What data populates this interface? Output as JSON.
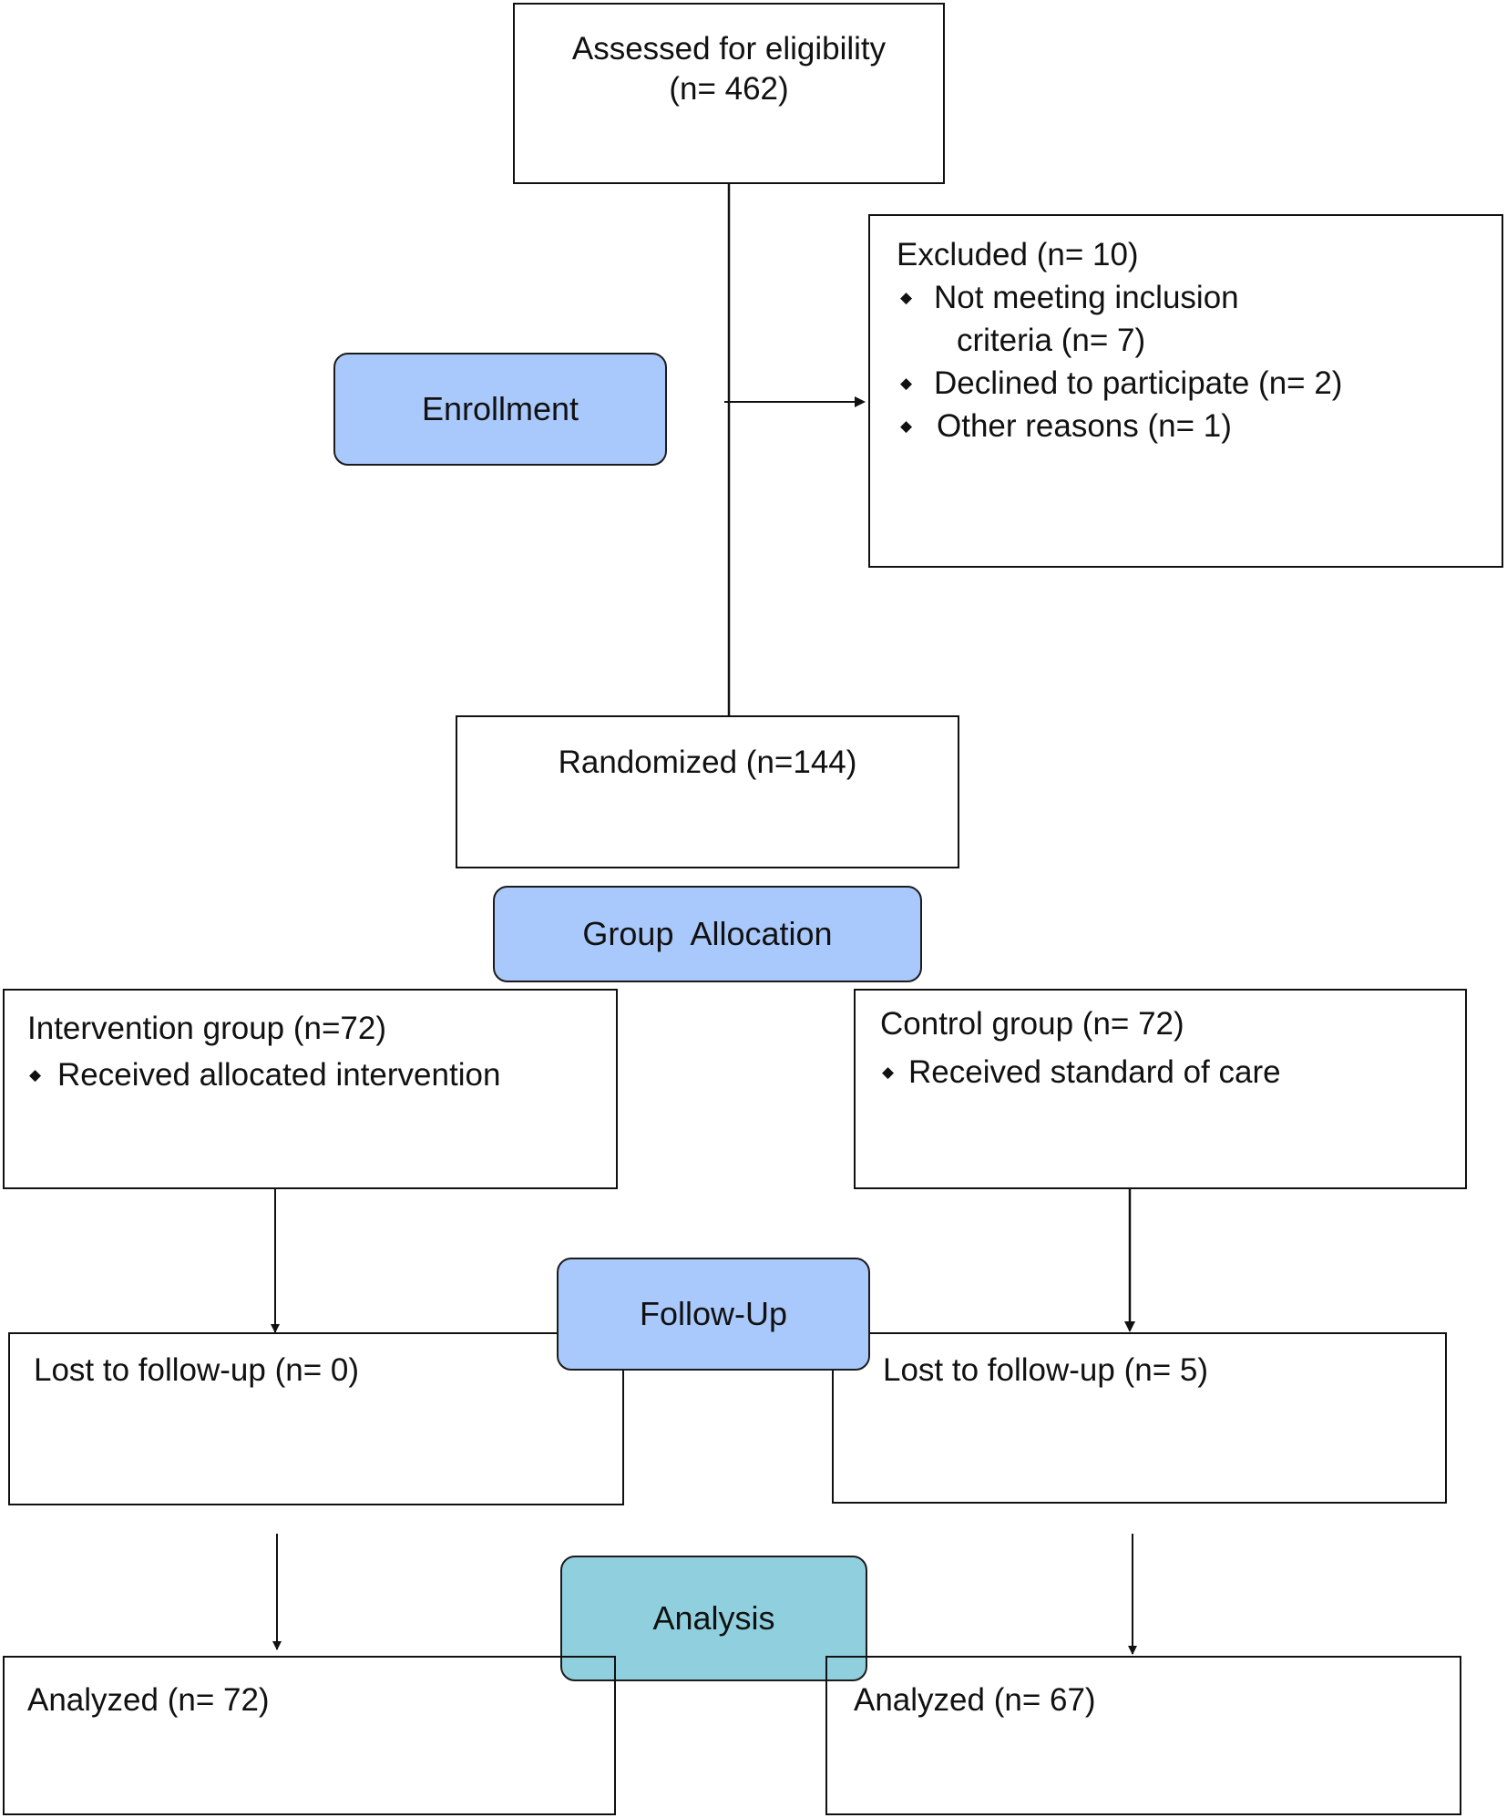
{
  "assessed": {
    "line1": "Assessed for eligibility",
    "line2": "(n= 462)"
  },
  "excluded": {
    "title": "Excluded (n= 10)",
    "items": [
      {
        "line1": "Not meeting inclusion",
        "line2": "criteria (n= 7)"
      },
      {
        "line1": "Declined to participate (n= 2)"
      },
      {
        "line1": "Other reasons (n= 1)"
      }
    ]
  },
  "stages": {
    "enrollment": "Enrollment",
    "allocation": "Group  Allocation",
    "followup": "Follow-Up",
    "analysis": "Analysis"
  },
  "randomized": "Randomized (n=144)",
  "intervention": {
    "title": "Intervention group (n=72)",
    "item": "Received allocated intervention"
  },
  "control": {
    "title": "Control group (n= 72)",
    "item": "Received standard of care"
  },
  "lost_intervention": "Lost to follow-up (n= 0)",
  "lost_control": "Lost to follow-up (n= 5)",
  "analyzed_intervention": "Analyzed (n= 72)",
  "analyzed_control": "Analyzed (n= 67)",
  "colors": {
    "stage_blue": "#a9c8fb",
    "stage_teal": "#90cfdd",
    "line": "#111111"
  }
}
